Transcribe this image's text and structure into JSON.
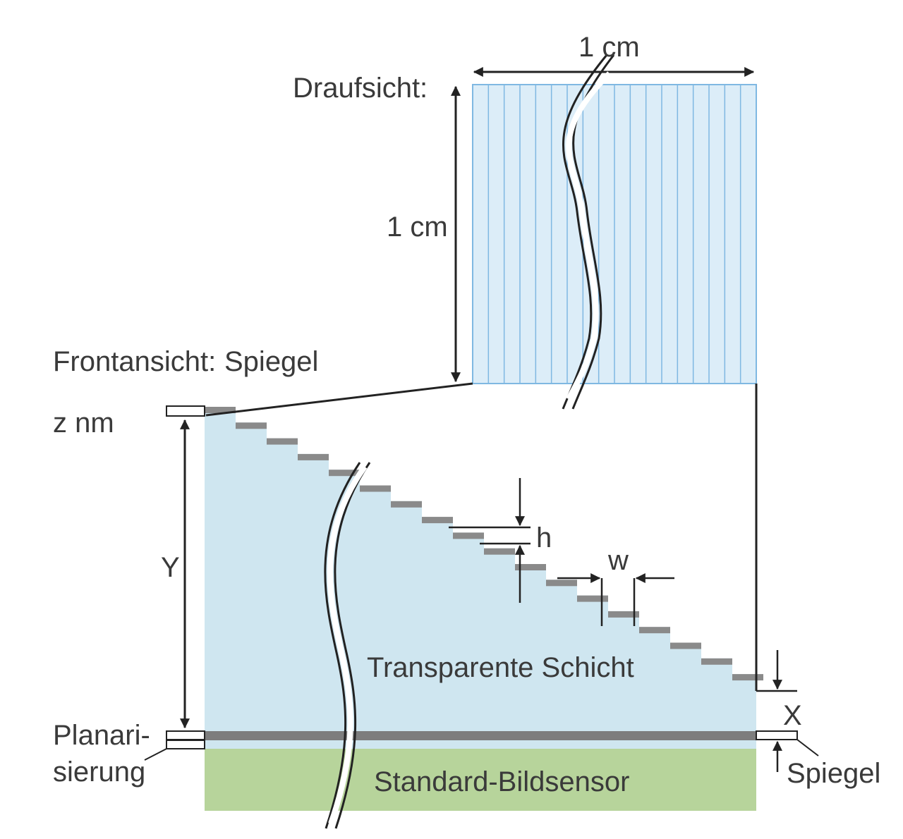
{
  "labels": {
    "top_view": "Draufsicht:",
    "width_top": "1 cm",
    "height_left": "1 cm",
    "front_view": "Frontansicht:",
    "mirror_top": "Spiegel",
    "z": "z nm",
    "y": "Y",
    "h": "h",
    "w": "w",
    "layer": "Transparente Schicht",
    "planar_1": "Planari-",
    "planar_2": "sierung",
    "x": "X",
    "mirror_bottom": "Spiegel",
    "sensor": "Standard-Bildsensor"
  },
  "colors": {
    "top_fill": "#dcedf8",
    "top_stripe": "#7fb8e2",
    "layer_fill": "#cfe6f0",
    "step_fill": "#8a8a8a",
    "sensor_fill": "#b7d49b",
    "line": "#222222",
    "text": "#3a3a3a"
  }
}
